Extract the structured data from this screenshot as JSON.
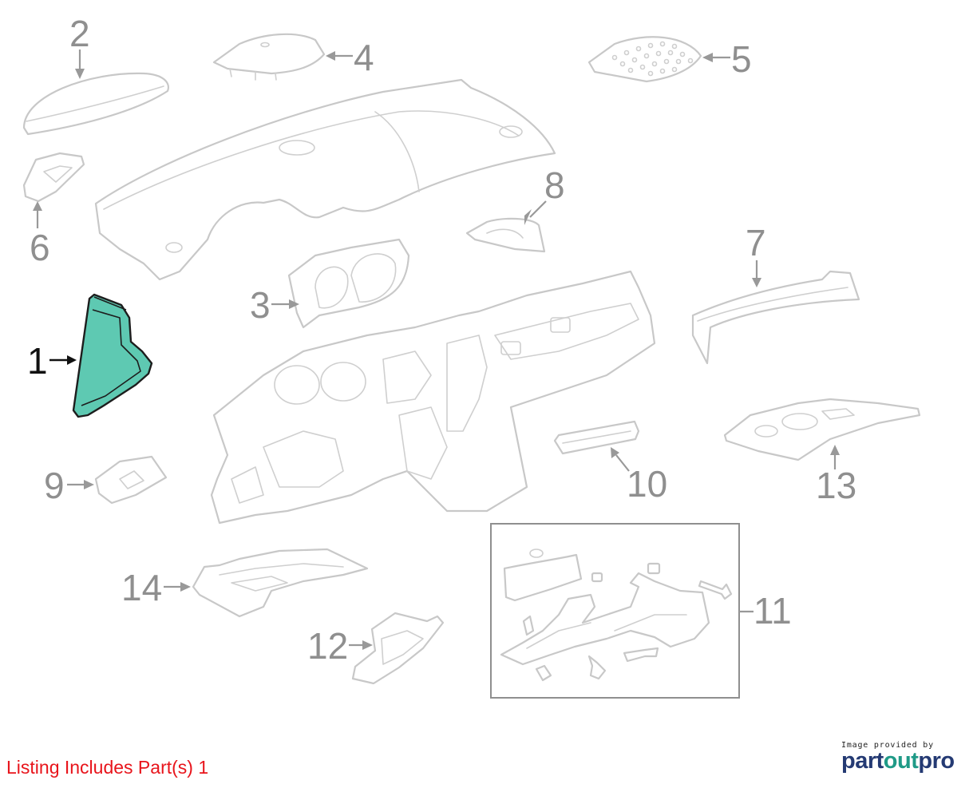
{
  "diagram": {
    "selected_part": "1",
    "highlight_color": "#5ec9b2",
    "callouts": [
      {
        "id": "1",
        "label": "1"
      },
      {
        "id": "2",
        "label": "2"
      },
      {
        "id": "3",
        "label": "3"
      },
      {
        "id": "4",
        "label": "4"
      },
      {
        "id": "5",
        "label": "5"
      },
      {
        "id": "6",
        "label": "6"
      },
      {
        "id": "7",
        "label": "7"
      },
      {
        "id": "8",
        "label": "8"
      },
      {
        "id": "9",
        "label": "9"
      },
      {
        "id": "10",
        "label": "10"
      },
      {
        "id": "11",
        "label": "11"
      },
      {
        "id": "12",
        "label": "12"
      },
      {
        "id": "13",
        "label": "13"
      },
      {
        "id": "14",
        "label": "14"
      }
    ]
  },
  "footer": {
    "listing_text": "Listing Includes Part(s) 1",
    "listing_color": "#e8141b",
    "credit_small": "Image provided by",
    "credit_brand_a": "part",
    "credit_brand_b": "out",
    "credit_brand_c": "pro"
  }
}
